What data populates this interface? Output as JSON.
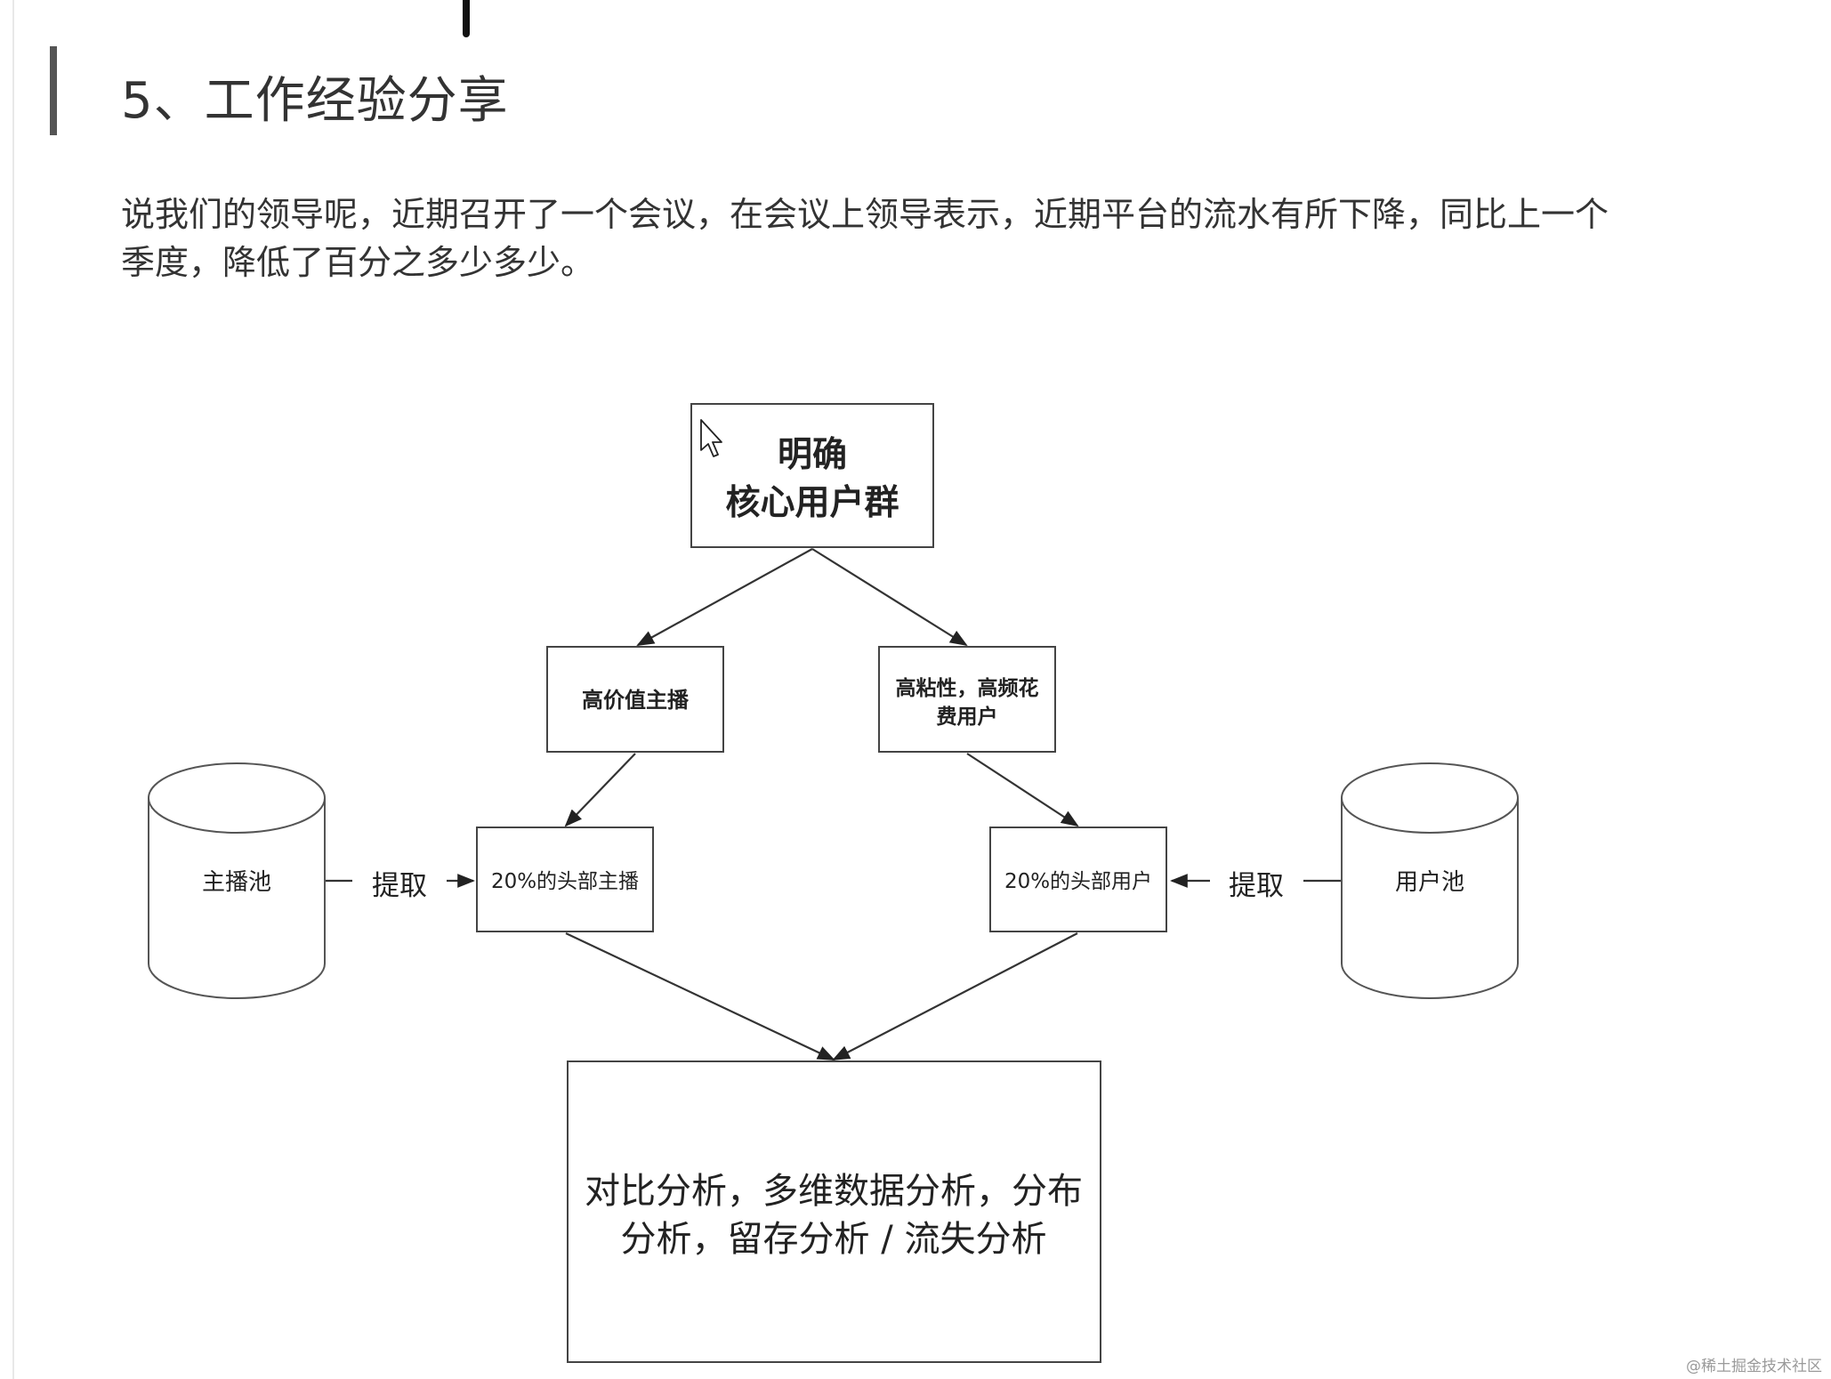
{
  "section": {
    "title": "5、工作经验分享",
    "intro": "说我们的领导呢，近期召开了一个会议，在会议上领导表示，近期平台的流水有所下降，同比上一个季度，降低了百分之多少多少。"
  },
  "diagram": {
    "core": {
      "line1": "明确",
      "line2": "核心用户群"
    },
    "left_branch": {
      "label": "高价值主播"
    },
    "right_branch": {
      "line1": "高粘性，高频花",
      "line2": "费用户"
    },
    "left_top20": {
      "label": "20%的头部主播"
    },
    "right_top20": {
      "label": "20%的头部用户"
    },
    "left_pool": {
      "label": "主播池"
    },
    "right_pool": {
      "label": "用户池"
    },
    "left_extract": {
      "label": "提取"
    },
    "right_extract": {
      "label": "提取"
    },
    "analysis": {
      "line1": "对比分析，多维数据分析，分布",
      "line2": "分析，留存分析 / 流失分析"
    }
  },
  "watermark": "@稀土掘金技术社区"
}
